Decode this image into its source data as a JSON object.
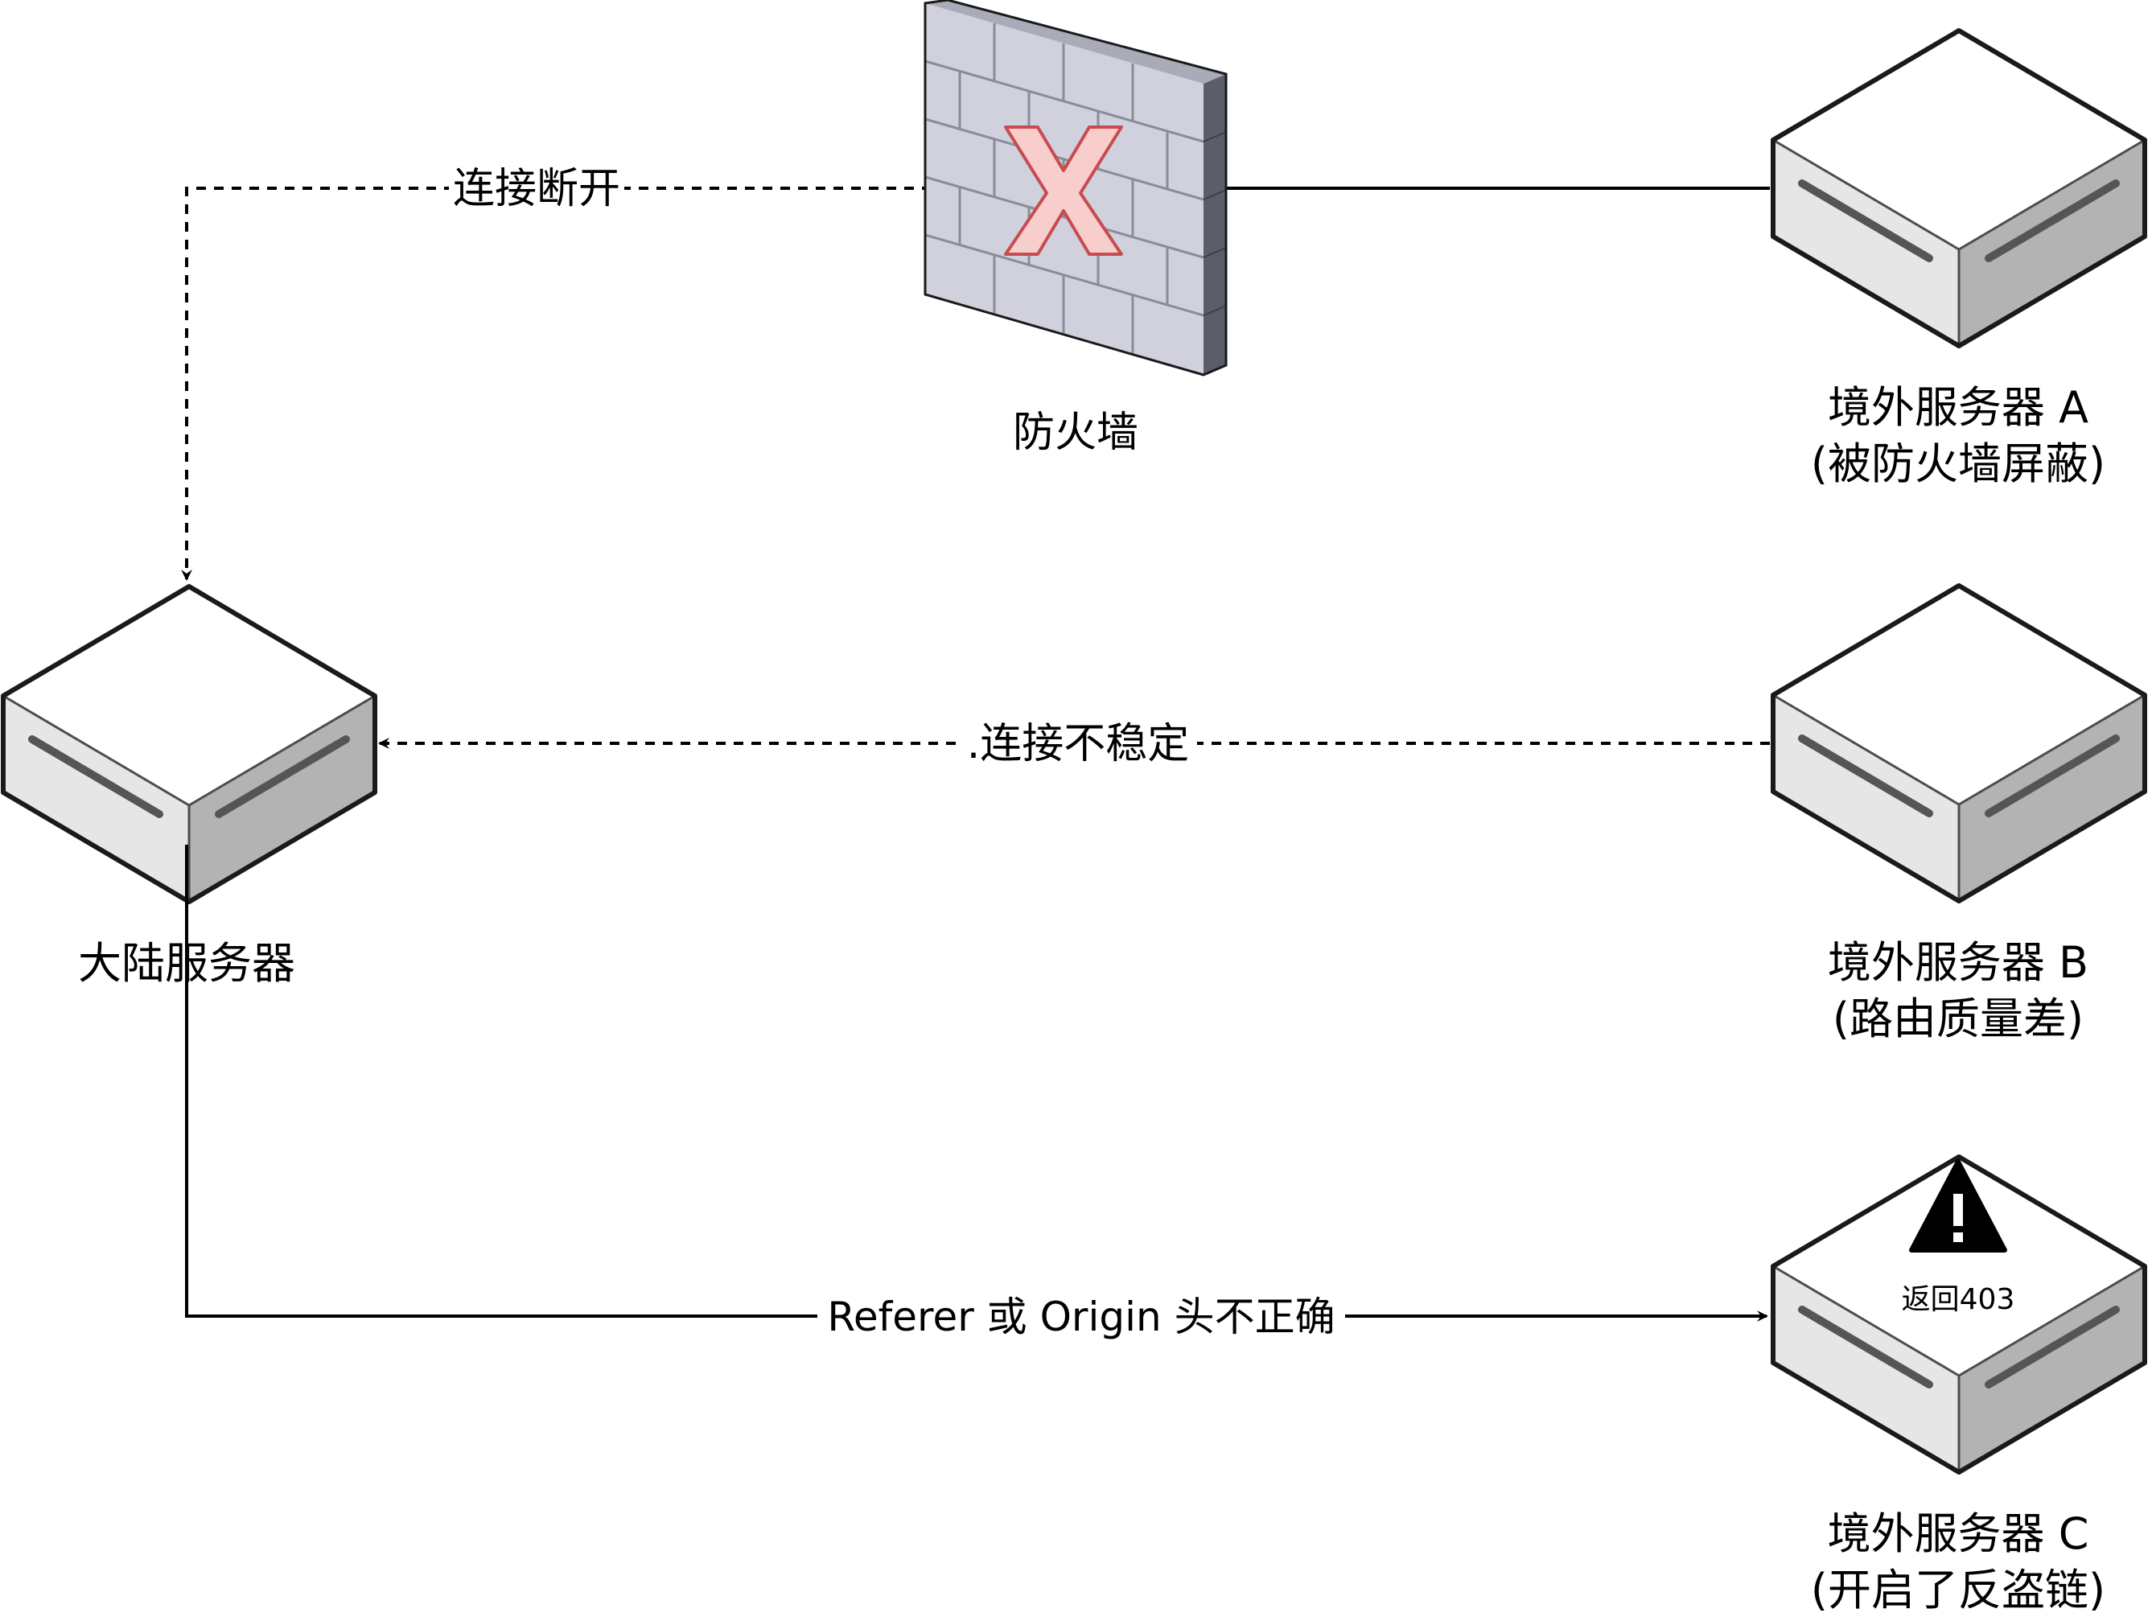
{
  "firewall": {
    "label": "防火墙"
  },
  "servers": {
    "mainland": {
      "label": "大陆服务器"
    },
    "overseas_a": {
      "line1": "境外服务器 A",
      "line2": "(被防火墙屏蔽)"
    },
    "overseas_b": {
      "line1": "境外服务器 B",
      "line2": "(路由质量差)"
    },
    "overseas_c": {
      "line1": "境外服务器 C",
      "line2": "(开启了反盗链)",
      "badge": "返回403"
    }
  },
  "connections": {
    "a_to_mainland": {
      "label": "连接断开",
      "style": "dashed"
    },
    "b_to_mainland": {
      "label": ".连接不稳定",
      "style": "dashed"
    },
    "mainland_to_c": {
      "label": "Referer 或 Origin 头不正确",
      "style": "solid"
    }
  },
  "icons": {
    "server": "server-box-icon",
    "firewall": "brick-wall-icon",
    "blocked": "x-mark-icon",
    "warning": "warning-triangle-icon"
  },
  "colors": {
    "stroke": "#1a1a1a",
    "server_top": "#ffffff",
    "server_left": "#e6e6e6",
    "server_right": "#b3b3b3",
    "wall_face": "#d0d1dd",
    "wall_mortar": "#8a8c9a",
    "wall_side": "#5b5d68",
    "x_fill": "#f8cecc",
    "x_stroke": "#c74c50"
  }
}
